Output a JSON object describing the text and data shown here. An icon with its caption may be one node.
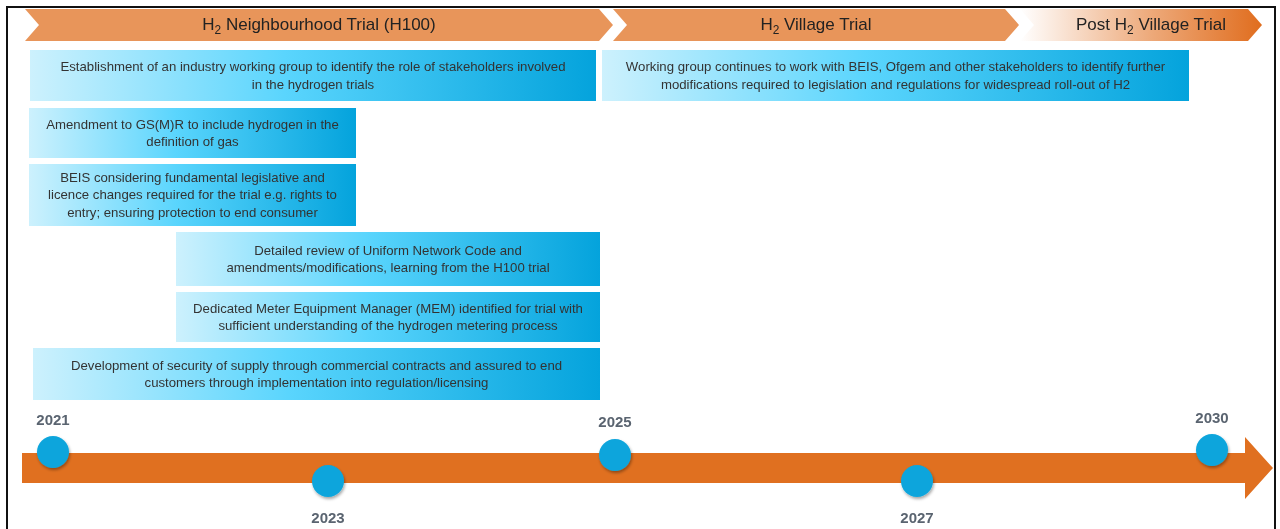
{
  "diagram": {
    "nodes": [
      {
        "text": [
          "H$_{2}$ Neighbourhood Trial (H100)"
        ]
      },
      {
        "text": [
          "H$_{2}$ Village Trial"
        ]
      },
      {
        "text": [
          "Post H$_{2}$ Village Trial"
        ]
      },
      {
        "text": [
          "Establishment of an industry working group to identify the role of stakeholders involved in the hydrogen trials"
        ]
      },
      {
        "text": [
          "Working group continues to work with BEIS, Ofgem and other stakeholders to identify further modifications required to legislation and regulations for widespread roll-out of H2"
        ]
      },
      {
        "text": [
          "Amendment to GS(M)R to include hydrogen in the definition of gas"
        ]
      },
      {
        "text": [
          "BEIS considering fundamental legislative and licence changes required for the trial e.g. rights to entry; ensuring protection to end consumer"
        ]
      },
      {
        "text": [
          "Detailed review of Uniform Network Code and amendments/modifications, learning from the H100 trial"
        ]
      },
      {
        "text": [
          "Dedicated Meter Equipment Manager (MEM) identified for trial with sufficient understanding of the hydrogen metering process"
        ]
      },
      {
        "text": [
          "Development of security of supply through commercial contracts and assured to end customers through implementation into regulation/licensing"
        ]
      }
    ],
    "labels": [
      "2021",
      "2025",
      "2030",
      "2023",
      "2027"
    ]
  }
}
